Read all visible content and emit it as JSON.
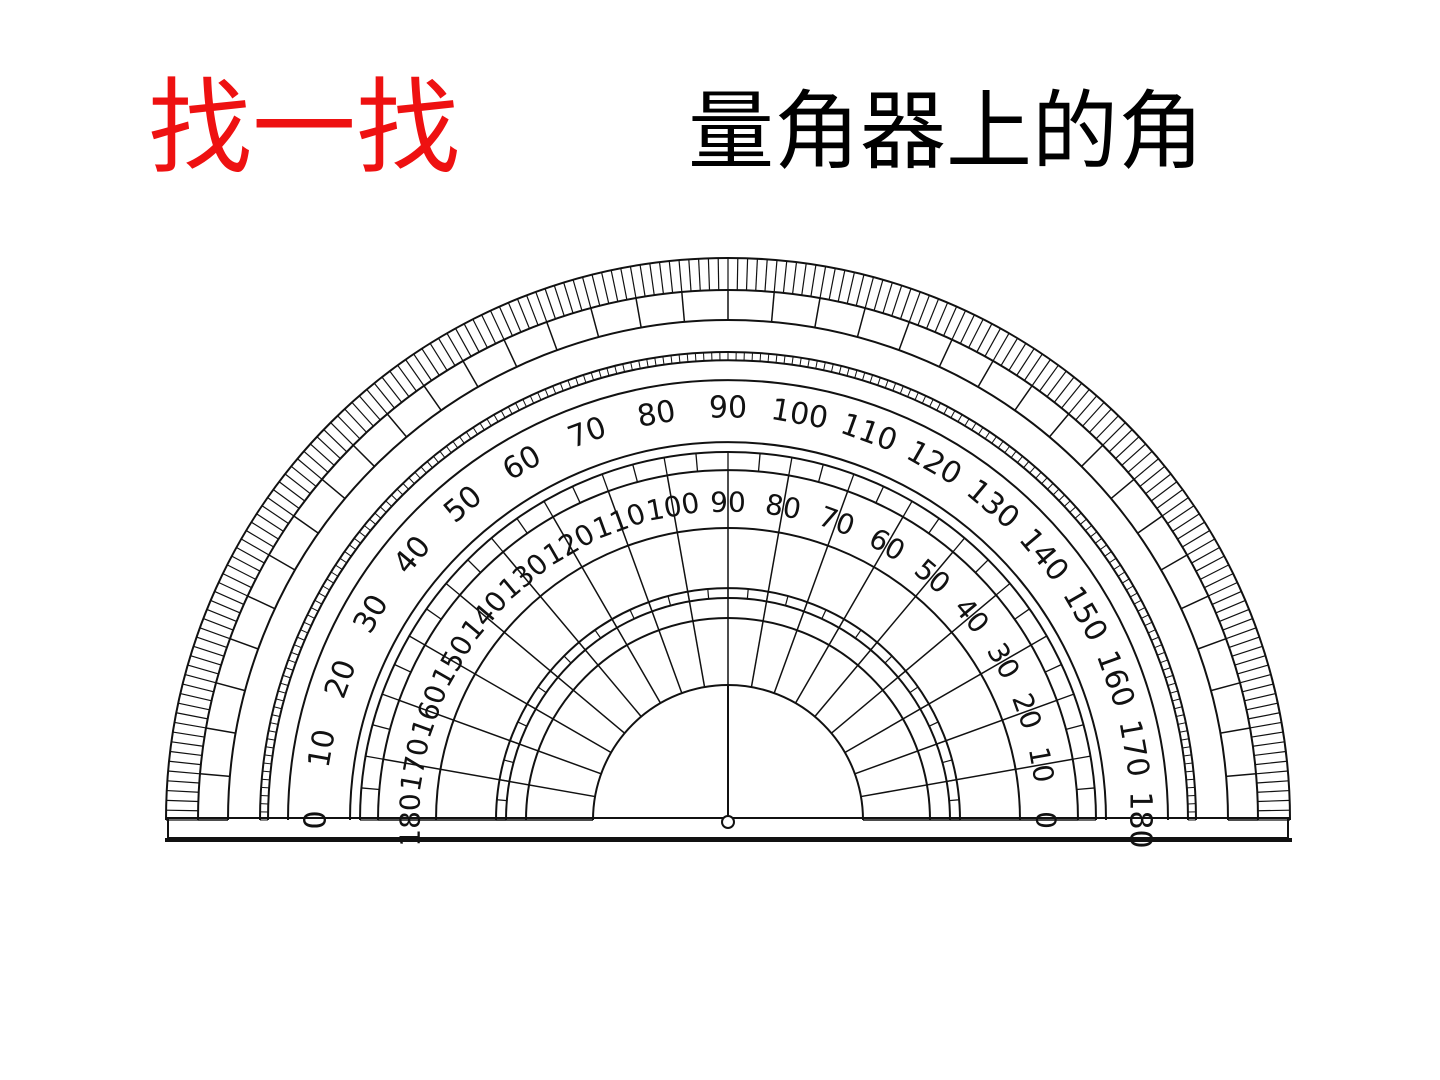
{
  "slide": {
    "title": "找一找",
    "subtitle": "量角器上的角"
  },
  "colors": {
    "title": "#ee1111",
    "subtitle": "#000000",
    "ink": "#111111"
  },
  "protractor": {
    "outer_scale_labels": [
      "0",
      "10",
      "20",
      "30",
      "40",
      "50",
      "60",
      "70",
      "80",
      "90",
      "100",
      "110",
      "120",
      "130",
      "140",
      "150",
      "160",
      "170",
      "180"
    ],
    "inner_scale_labels": [
      "180",
      "170",
      "160",
      "150",
      "140",
      "130",
      "120",
      "110",
      "100",
      "90",
      "80",
      "70",
      "60",
      "50",
      "40",
      "30",
      "20",
      "10",
      "0"
    ]
  }
}
